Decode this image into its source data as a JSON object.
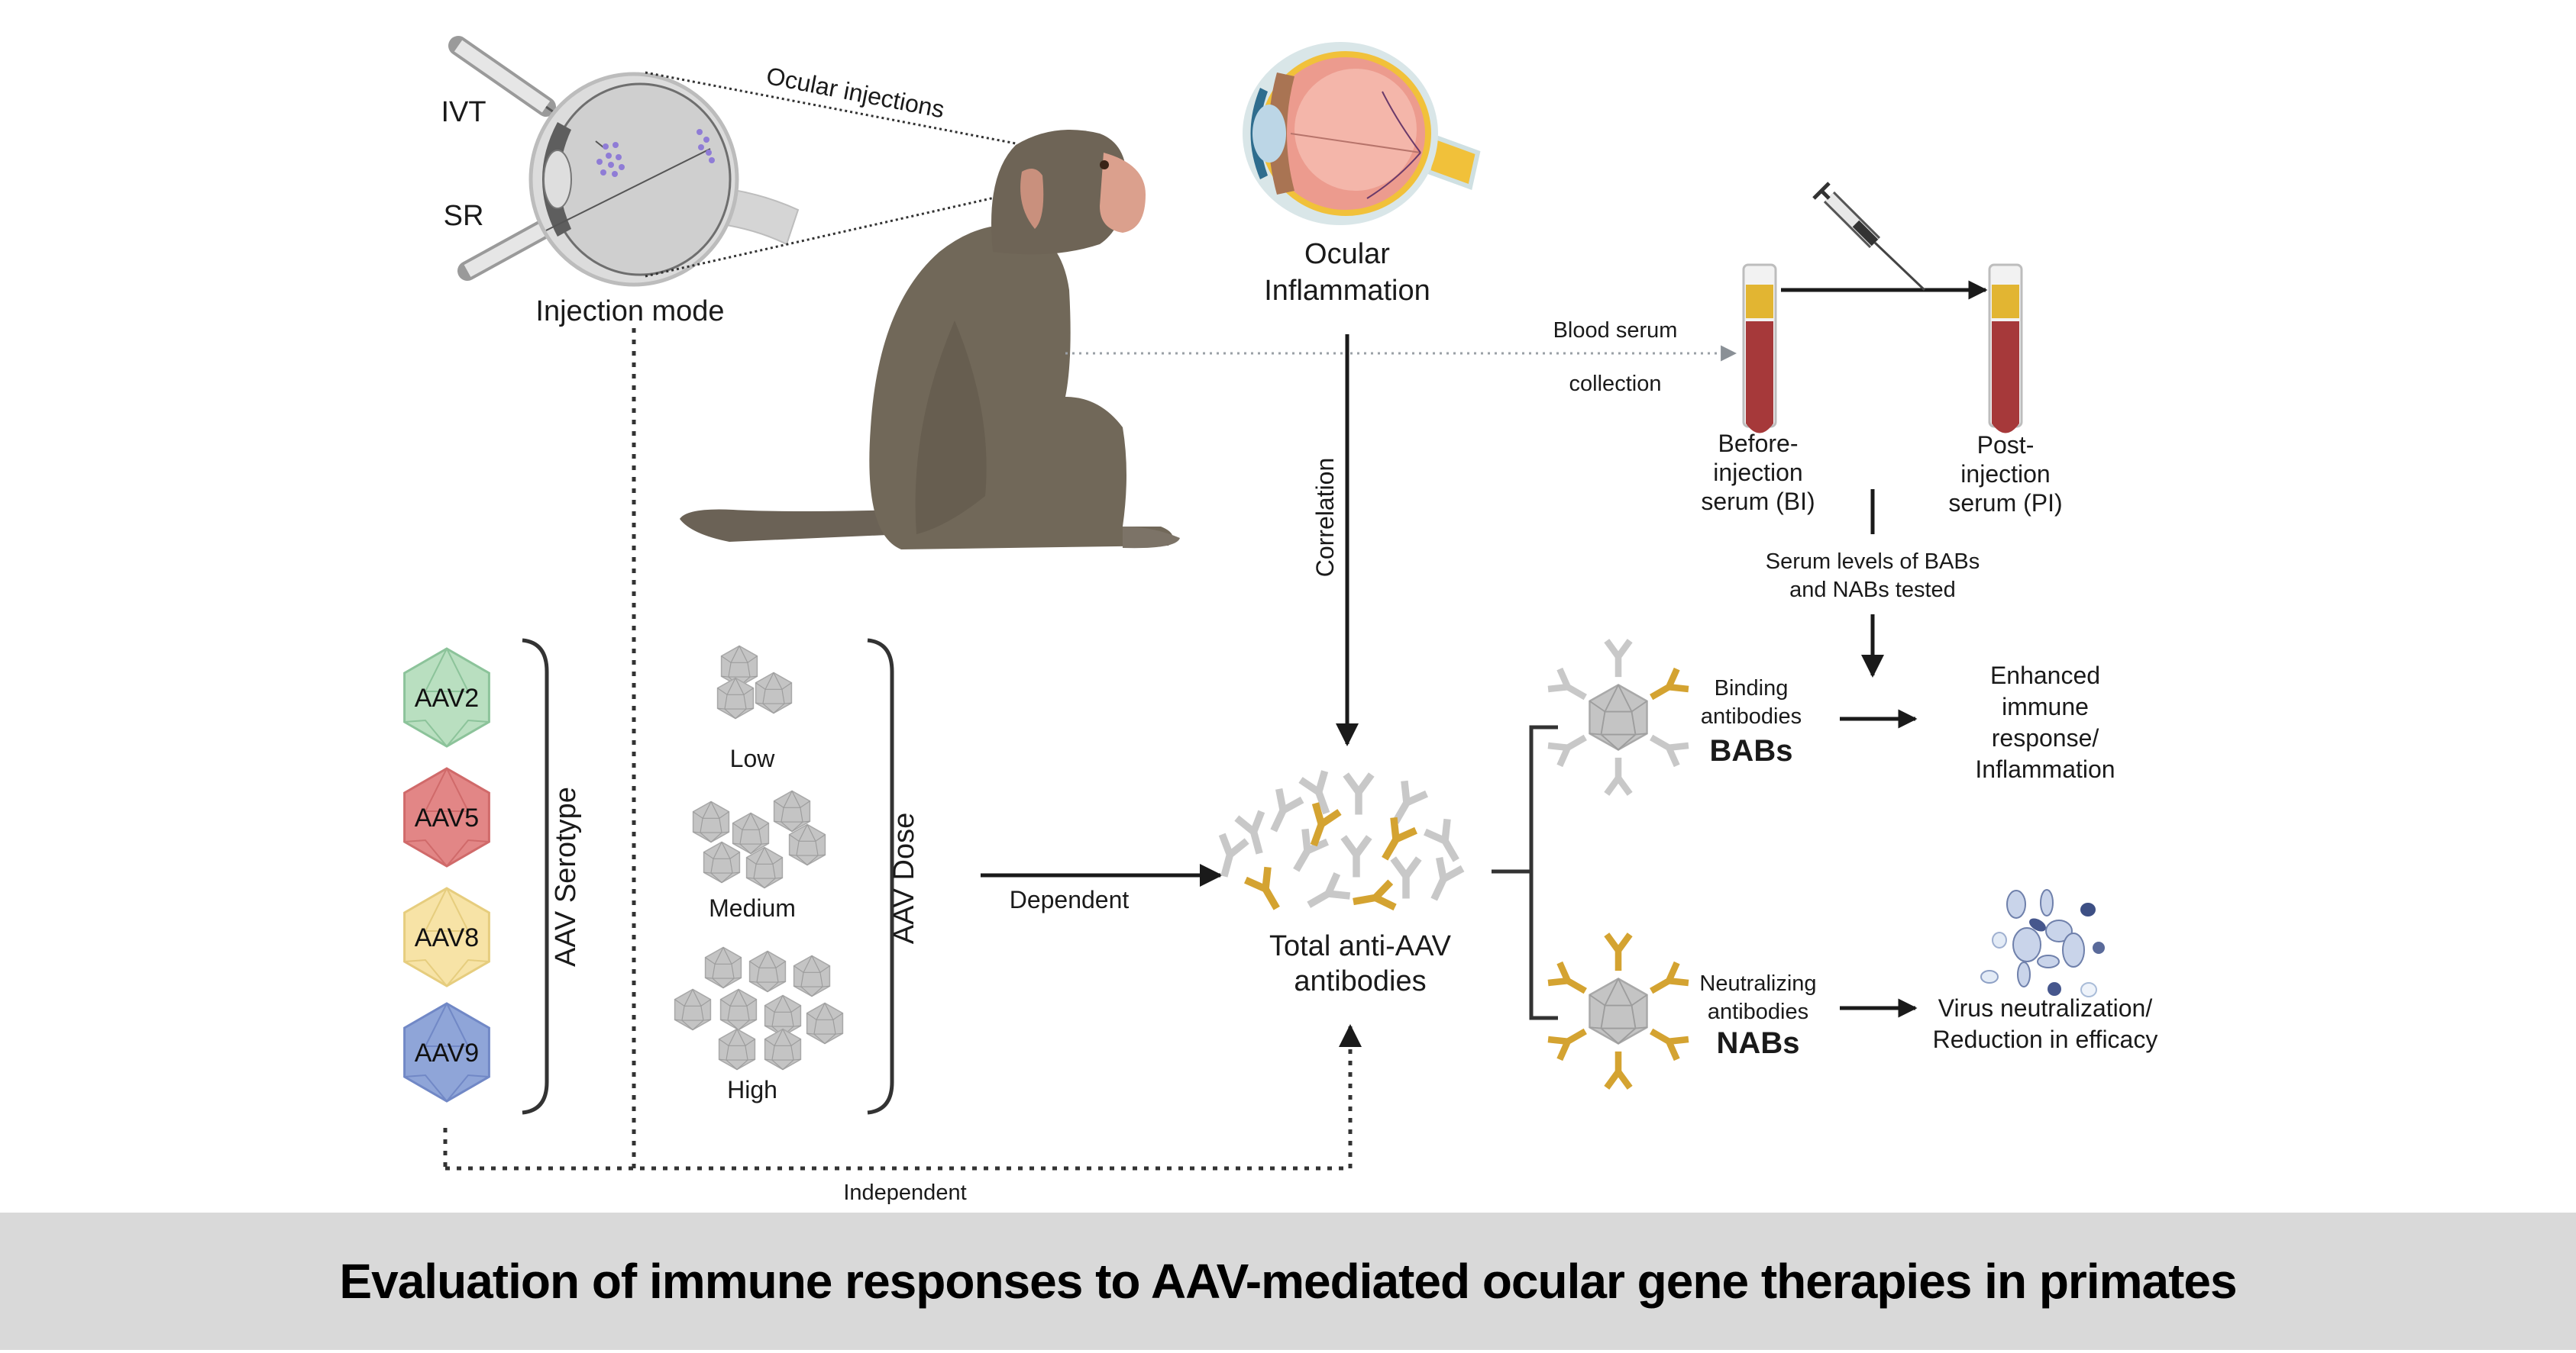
{
  "figure": {
    "title": "Evaluation of immune responses to AAV-mediated ocular gene therapies in primates"
  },
  "injection": {
    "ivt_label": "IVT",
    "sr_label": "SR",
    "mode_label": "Injection mode",
    "ocular_injections_label": "Ocular injections"
  },
  "inflammation": {
    "line1": "Ocular",
    "line2": "Inflammation",
    "correlation_label": "Correlation"
  },
  "serum": {
    "collection_line1": "Blood serum",
    "collection_line2": "collection",
    "before_tube": [
      "Before-",
      "injection",
      "serum (BI)"
    ],
    "post_tube": [
      "Post-",
      "injection",
      "serum (PI)"
    ],
    "tested_line1": "Serum levels of BABs",
    "tested_line2": "and NABs tested",
    "colors": {
      "serum": "#e2b532",
      "blood": "#a6393a"
    }
  },
  "serotype": {
    "axis_label": "AAV Serotype",
    "items": [
      {
        "label": "AAV2",
        "fill": "#b9dfc0",
        "stroke": "#8cc39a"
      },
      {
        "label": "AAV5",
        "fill": "#e28686",
        "stroke": "#d06a6a"
      },
      {
        "label": "AAV8",
        "fill": "#f7e3a6",
        "stroke": "#e6cd7e"
      },
      {
        "label": "AAV9",
        "fill": "#8fa5d8",
        "stroke": "#7188c6"
      }
    ]
  },
  "dose": {
    "axis_label": "AAV Dose",
    "levels": [
      {
        "label": "Low",
        "count": 3
      },
      {
        "label": "Medium",
        "count": 6
      },
      {
        "label": "High",
        "count": 9
      }
    ],
    "dependent_label": "Dependent"
  },
  "antibodies": {
    "total_line1": "Total anti-AAV",
    "total_line2": "antibodies",
    "independent_label": "Independent",
    "colors": {
      "binding": "#c8c8c8",
      "neutralizing": "#d4a331"
    }
  },
  "babs": {
    "line1": "Binding",
    "line2": "antibodies",
    "abbr": "BABs",
    "outcome": [
      "Enhanced",
      "immune",
      "response/",
      "Inflammation"
    ]
  },
  "nabs": {
    "line1": "Neutralizing",
    "line2": "antibodies",
    "abbr": "NABs",
    "outcome": [
      "Virus neutralization/",
      "Reduction in efficacy"
    ]
  }
}
